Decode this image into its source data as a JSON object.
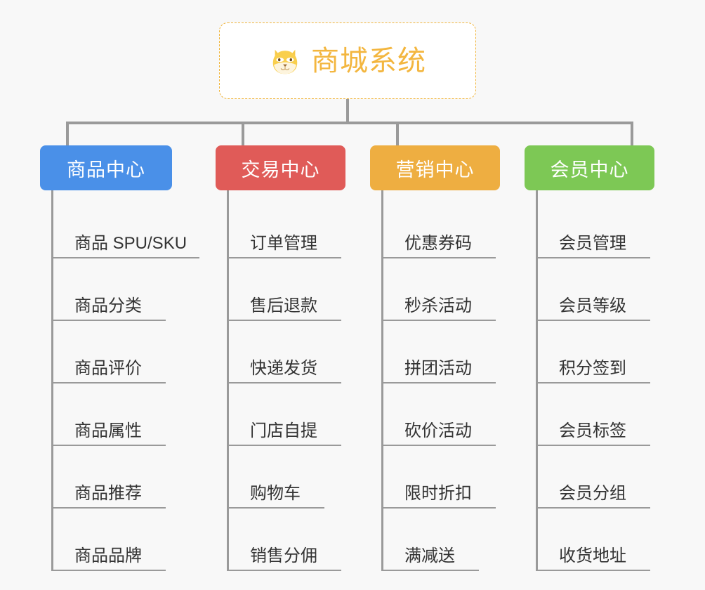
{
  "canvas": {
    "background": "#f8f8f8",
    "line_color": "#9a9a9a"
  },
  "root": {
    "title": "商城系统",
    "icon": "dog-face-icon",
    "text_color": "#f3b63f",
    "border_color": "#f0b53c",
    "background": "#ffffff"
  },
  "branches": [
    {
      "label": "商品中心",
      "color": "#4a90e8",
      "items": [
        "商品 SPU/SKU",
        "商品分类",
        "商品评价",
        "商品属性",
        "商品推荐",
        "商品品牌"
      ]
    },
    {
      "label": "交易中心",
      "color": "#e05b58",
      "items": [
        "订单管理",
        "售后退款",
        "快递发货",
        "门店自提",
        "购物车",
        "销售分佣"
      ]
    },
    {
      "label": "营销中心",
      "color": "#eeae41",
      "items": [
        "优惠券码",
        "秒杀活动",
        "拼团活动",
        "砍价活动",
        "限时折扣",
        "满减送"
      ]
    },
    {
      "label": "会员中心",
      "color": "#7dc855",
      "items": [
        "会员管理",
        "会员等级",
        "积分签到",
        "会员标签",
        "会员分组",
        "收货地址"
      ]
    }
  ]
}
